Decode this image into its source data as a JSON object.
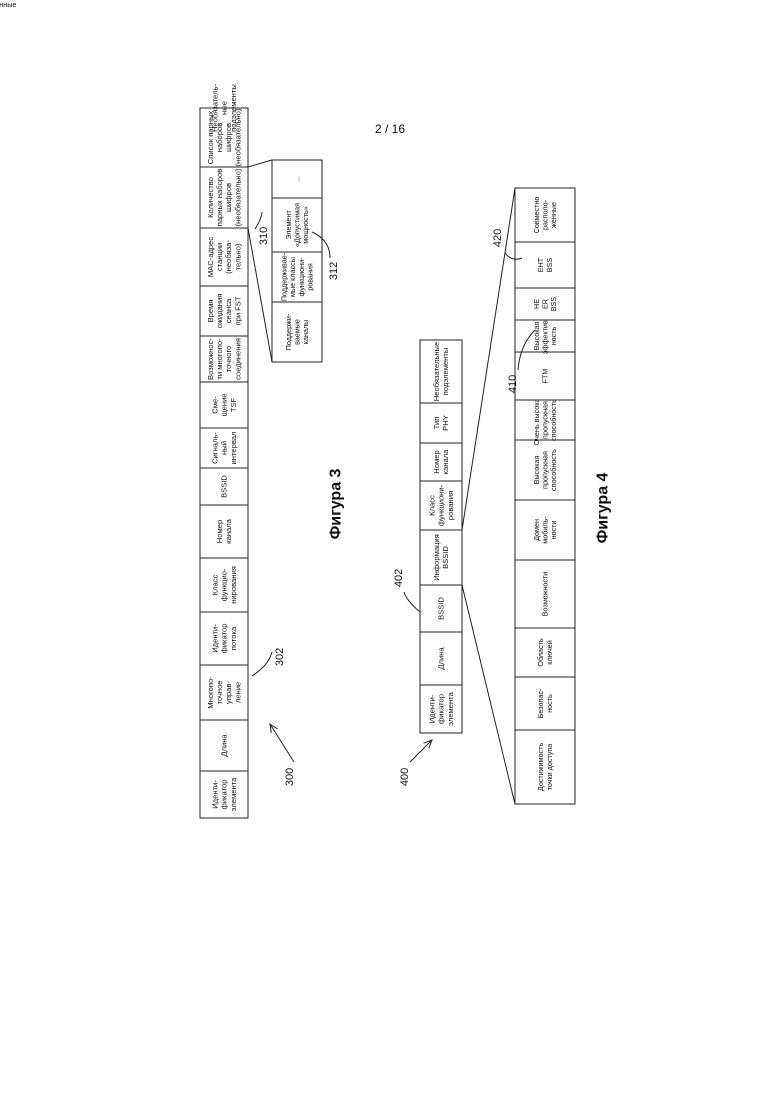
{
  "page_number": "2 / 16",
  "figure3": {
    "caption": "Фигура 3",
    "ref_element": "300",
    "ref_field": "302",
    "ref_optional": "310",
    "ref_subelement": "312",
    "fields": [
      "Иденти-\nфикатор\nэлемента",
      "Длина",
      "Многопо-\nточное\nуправ-\nление",
      "Иденти-\nфикатор\nпотока",
      "Класс\nфункцио-\nнирования",
      "Номер\nканала",
      "BSSID",
      "Сигналь-\nный\nинтервал",
      "Сме-\nщение\nTSF",
      "Возможнос-\nти многопо-\nточного\nсоединения",
      "Время\nожидания\nсеанса\nпри FST",
      "MAC-адрес\nстанции\n(необяза-\nтельно)",
      "Количество\nпарных наборов\nшифров\n(необязательно)",
      "Список парных\nнаборов\nшифров\n(необязательно)",
      "Необязатель-\nные\nподэлементы"
    ],
    "subelements": [
      "Поддержи-\nваемые\nканалы",
      "Поддерживае-\nмые классы\nфункциони-\nрования",
      "Элемент\n«Допустимая\nмощность»",
      "..."
    ]
  },
  "figure4": {
    "caption": "Фигура 4",
    "ref_element": "400",
    "ref_bssid_info": "402",
    "ref_info_field": "410",
    "ref_more": "420",
    "fields": [
      "Иденти-\nфикатор\nэлемента",
      "Длина",
      "BSSID",
      "Информация\nBSSID",
      "Класс\nфункциони-\nрования",
      "Номер\nканала",
      "Тип\nPHY",
      "Необязательные\nподэлементы"
    ],
    "bssid_info": [
      "Достижимость\nточки доступа",
      "Безопас-\nность",
      "Область\nключей",
      "Возможности",
      "Домен\nмобиль-\nности",
      "Высокая\nпропускная\nспособность",
      "Очень высокая\nпропускная\nспособность",
      "FTM",
      "Высокая\nэффектив-\nность",
      "HE\nER\nBSS",
      "EHT\nBSS",
      "Совместно\nрасполо-\nженные",
      "Зарезерви-\nрованные"
    ]
  }
}
